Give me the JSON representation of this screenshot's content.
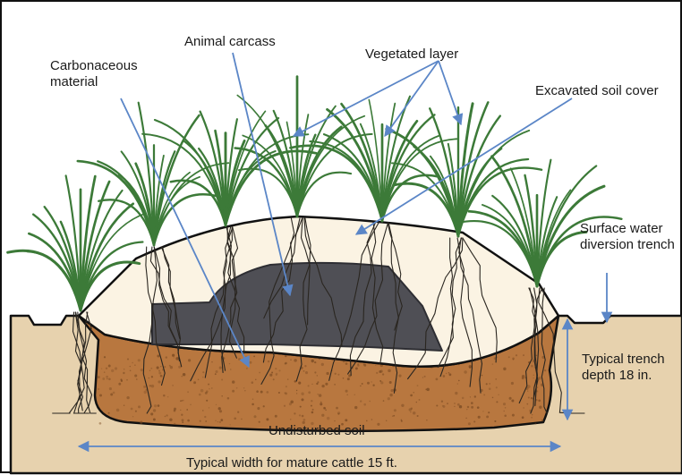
{
  "colors": {
    "soil_background": "#E7D2AE",
    "trench_soil": "#B8773F",
    "soil_speckle": "#7A4A22",
    "cover_mound": "#FBF3E3",
    "carcass": "#4F4F55",
    "grass": "#3C7A38",
    "arrow": "#5B86C7",
    "roots": "#2A2620",
    "text": "#1A1A1A"
  },
  "labels": {
    "animal_carcass": "Animal carcass",
    "carbonaceous_material": "Carbonaceous material",
    "vegetated_layer": "Vegetated layer",
    "excavated_soil_cover": "Excavated soil cover",
    "surface_water_diversion_trench": "Surface water diversion trench",
    "typical_trench_depth": "Typical trench depth 18 in.",
    "undisturbed_soil": "Undisturbed soil",
    "typical_width": "Typical width for mature cattle 15 ft."
  },
  "icons": {
    "grass": "grass-tuft-icon",
    "arrow": "arrow-icon"
  }
}
